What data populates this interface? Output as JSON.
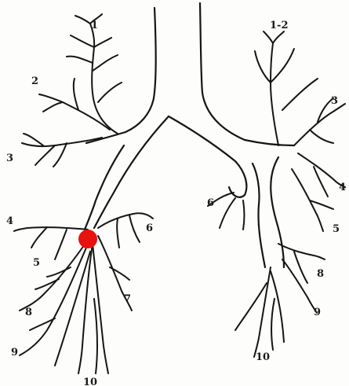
{
  "diagram": {
    "marker_color": "#e8120f",
    "stroke_color": "#151515",
    "labels": {
      "left_1": "1",
      "left_2": "2",
      "left_3": "3",
      "left_4": "4",
      "left_5": "5",
      "left_6": "6",
      "left_7": "7",
      "left_8": "8",
      "left_9": "9",
      "left_10": "10",
      "right_1_2": "1-2",
      "right_3": "3",
      "right_4": "4",
      "right_5": "5",
      "right_6": "6",
      "right_8": "8",
      "right_9": "9",
      "right_10": "10"
    }
  }
}
